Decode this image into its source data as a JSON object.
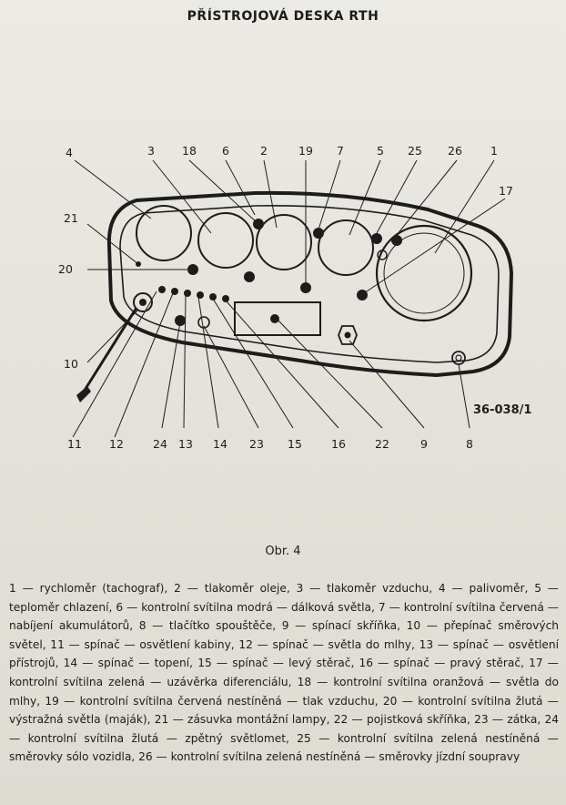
{
  "title": "PŘÍSTROJOVÁ DESKA RTH",
  "figure": {
    "reference": "36-038/1",
    "callouts": [
      "1",
      "2",
      "3",
      "4",
      "5",
      "6",
      "7",
      "8",
      "9",
      "10",
      "11",
      "12",
      "13",
      "14",
      "15",
      "16",
      "17",
      "18",
      "19",
      "20",
      "21",
      "22",
      "23",
      "24",
      "25",
      "26"
    ]
  },
  "caption": "Obr. 4",
  "legend": "1 — rychloměr (tachograf), 2 — tlakoměr oleje, 3 — tlakoměr vzduchu, 4 — palivoměr, 5 — teploměr chlazení, 6 — kontrolní svítilna modrá — dálková světla, 7 — kontrolní svítilna červená — nabíjení akumulátorů, 8 — tlačítko spouštěče, 9 — spínací skříňka, 10 — přepínač směrových světel, 11 — spínač — osvětlení kabiny, 12 — spínač — světla do mlhy, 13 — spínač — osvětlení přístrojů, 14 — spínač — topení, 15 — spínač — levý stěrač, 16 — spínač — pravý stěrač, 17 — kontrolní svítilna zelená — uzávěrka diferenciálu, 18 — kontrolní svítilna oranžová — světla do mlhy, 19 — kontrolní svítilna červená nestíněná — tlak vzduchu, 20 — kontrolní svítilna žlutá — výstražná světla (maják), 21 — zásuvka montážní lampy, 22 — pojistková skříňka, 23 — zátka, 24 — kontrolní svítilna žlutá — zpětný světlomet, 25 — kontrolní svítilna zelená nestíněná — směrovky sólo vozidla, 26 — kontrolní svítilna zelená nestíněná — směrovky jízdní soupravy"
}
